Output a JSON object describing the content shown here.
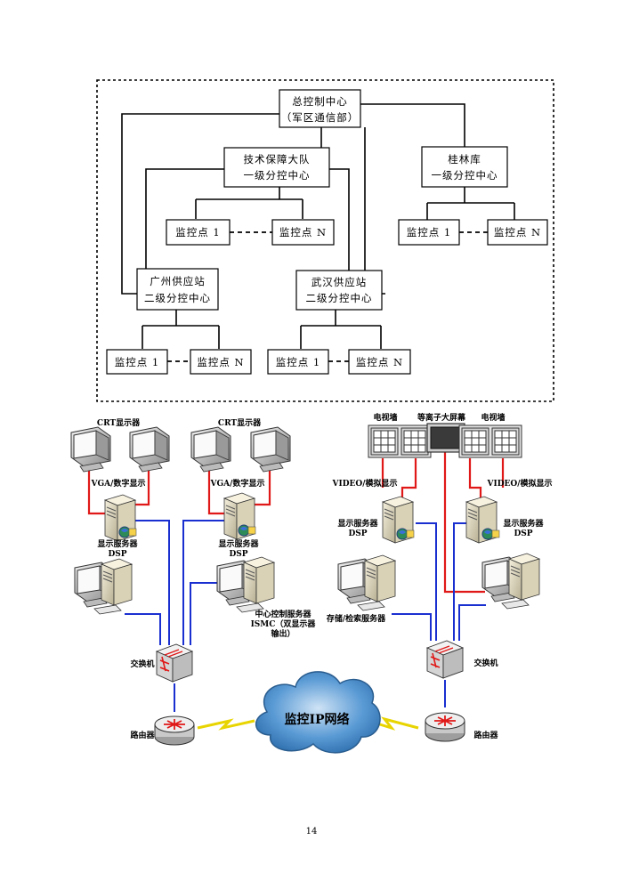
{
  "hierarchy": {
    "hq_line1": "总控制中心",
    "hq_line2": "（军区通信部）",
    "tech_line1": "技术保障大队",
    "tech_line2": "一级分控中心",
    "guilin_line1": "桂林库",
    "guilin_line2": "一级分控中心",
    "guangzhou_line1": "广州供应站",
    "guangzhou_line2": "二级分控中心",
    "wuhan_line1": "武汉供应站",
    "wuhan_line2": "二级分控中心",
    "point_1": "监控点 1",
    "point_n": "监控点 N"
  },
  "network": {
    "crt_left": "CRT显示器",
    "crt_right": "CRT显示器",
    "vga_left": "VGA/数字显示",
    "vga_right": "VGA/数字显示",
    "display_server": "显示服务器",
    "dsp": "DSP",
    "central_line1": "中心控制服务器",
    "central_line2": "ISMC（双显示器",
    "central_line3": "输出）",
    "switch": "交换机",
    "router": "路由器",
    "cloud": "监控IP网络",
    "tv_wall": "电视墙",
    "plasma": "等离子大屏幕",
    "video_analog": "VIDEO/模拟显示",
    "storage": "存储/检索服务器"
  },
  "page_number": "14",
  "colors": {
    "red_link": "#e01818",
    "blue_link": "#1a2fd0",
    "cloud": "#3f86c7"
  }
}
